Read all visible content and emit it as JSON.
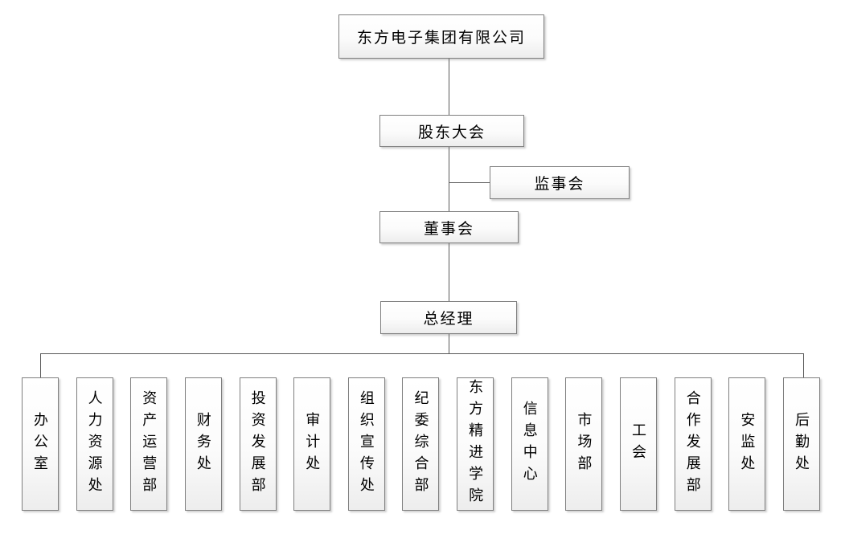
{
  "org": {
    "title": "东方电子集团有限公司",
    "nodes": {
      "company": "东方电子集团有限公司",
      "shareholders_meeting": "股东大会",
      "supervisory_board": "监事会",
      "board_of_directors": "董事会",
      "general_manager": "总经理"
    },
    "departments": [
      "办公室",
      "人力资源处",
      "资产运营部",
      "财务处",
      "投资发展部",
      "审计处",
      "组织宣传处",
      "纪委综合部",
      "东方精进学院",
      "信息中心",
      "市场部",
      "工会",
      "合作发展部",
      "安监处",
      "后勤处"
    ],
    "colors": {
      "box_border": "#7f7f7f",
      "connector_line": "#595959",
      "box_fill_top": "#ffffff",
      "box_fill_bottom": "#ededed",
      "background": "#ffffff",
      "text": "#000000"
    }
  }
}
